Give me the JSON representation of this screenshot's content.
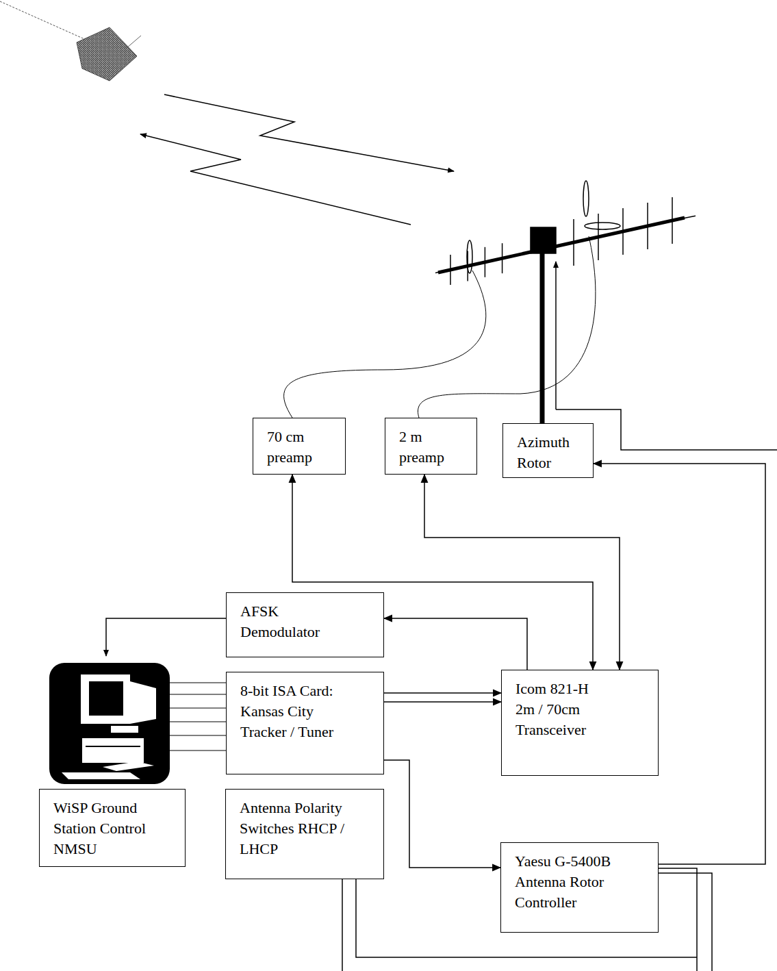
{
  "diagram": {
    "nodes": [
      {
        "text": [
          "70 cm preamp"
        ]
      },
      {
        "text": [
          "2 m preamp"
        ]
      },
      {
        "text": [
          "Azimuth Rotor"
        ]
      },
      {
        "text": [
          "AFSK Demodulator"
        ]
      },
      {
        "text": [
          "8-bit ISA Card: Kansas City Tracker / Tuner"
        ]
      },
      {
        "text": [
          "Icom 821-H 2m / 70cm Transceiver"
        ]
      },
      {
        "text": [
          "WiSP Ground Station Control NMSU"
        ]
      },
      {
        "text": [
          "Antenna Polarity Switches RHCP / LHCP"
        ]
      },
      {
        "text": [
          "Yaesu G-5400B Antenna Rotor Controller"
        ]
      }
    ],
    "edges": [
      {
        "from": 0,
        "to": 5,
        "arrow": "both"
      },
      {
        "from": 1,
        "to": 5,
        "arrow": "both"
      },
      {
        "from": 5,
        "to": 3,
        "arrow": "to"
      },
      {
        "from": 4,
        "to": 5,
        "arrow": "to"
      },
      {
        "from": 4,
        "to": 5,
        "arrow": "to"
      },
      {
        "from": 4,
        "to": 8,
        "arrow": "to"
      },
      {
        "from": 8,
        "to": 2,
        "arrow": "to"
      }
    ]
  }
}
